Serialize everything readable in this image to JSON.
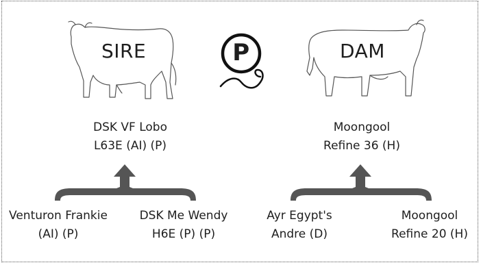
{
  "sire": {
    "badge": "SIRE",
    "name_line1": "DSK VF Lobo",
    "name_line2": "L63E (AI) (P)",
    "parents": [
      {
        "line1": "Venturon Frankie",
        "line2": "(AI) (P)"
      },
      {
        "line1": "DSK Me Wendy",
        "line2": "H6E (P) (P)"
      }
    ]
  },
  "dam": {
    "badge": "DAM",
    "name_line1": "Moongool",
    "name_line2": "Refine 36 (H)",
    "parents": [
      {
        "line1": "Ayr Egypt's",
        "line2": "Andre (D)"
      },
      {
        "line1": "Moongool",
        "line2": "Refine 20 (H)"
      }
    ]
  },
  "center_symbol": {
    "letter": "P",
    "icon": "polled-symbol-icon"
  }
}
